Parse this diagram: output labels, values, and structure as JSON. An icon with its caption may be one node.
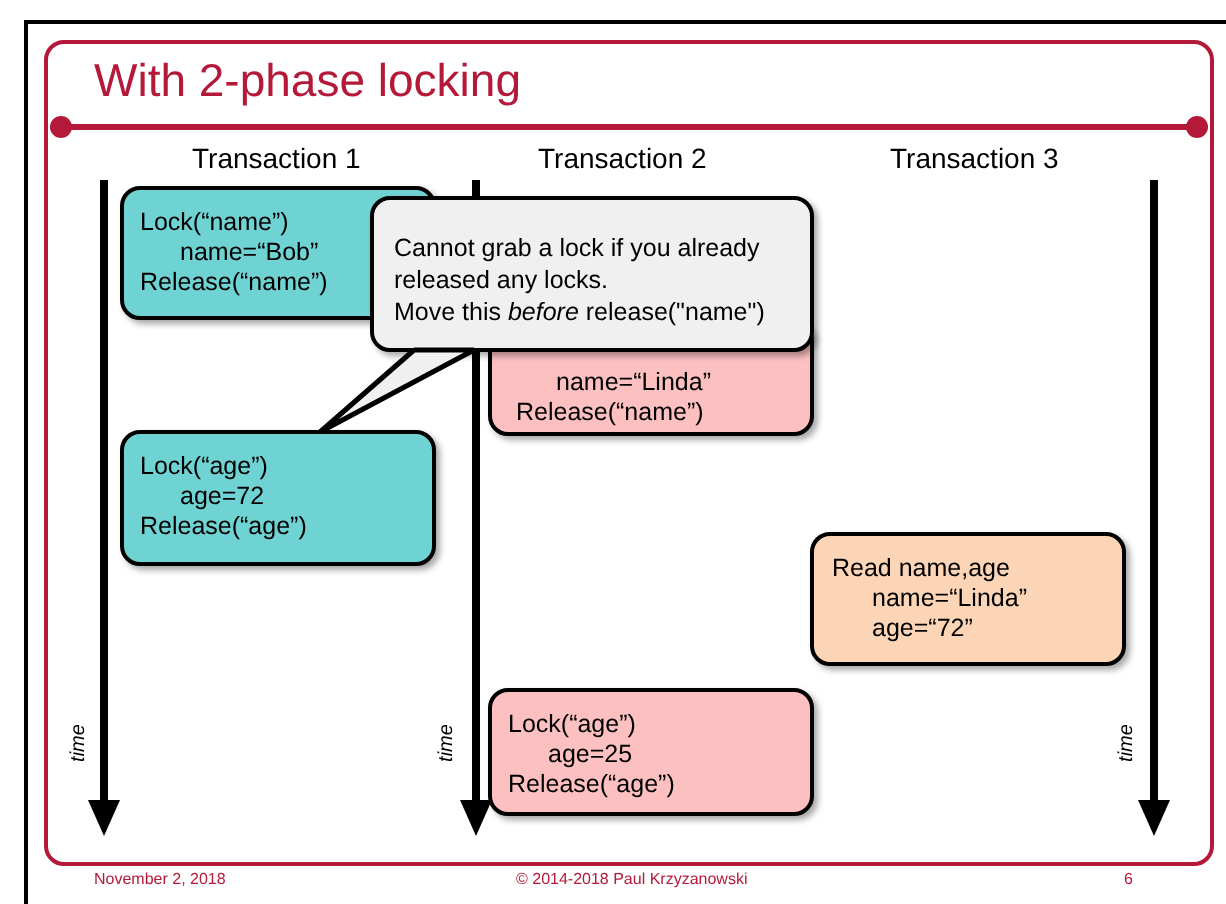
{
  "diagram": {
    "title": "With 2-phase locking",
    "nodes": [
      {
        "text": [
          "Lock(“name”)",
          "name=“Bob”",
          "Release(“name”)"
        ]
      },
      {
        "text": [
          "Cannot grab a lock if you already released any locks.",
          "Move this *before* release(\"name\")"
        ]
      },
      {
        "text": [
          "name=“Linda”",
          "Release(“name”)"
        ]
      },
      {
        "text": [
          "Lock(“age”)",
          "age=72",
          "Release(“age”)"
        ]
      },
      {
        "text": [
          "Read name,age",
          "name=“Linda”",
          "age=“72”"
        ]
      },
      {
        "text": [
          "Lock(“age”)",
          "age=25",
          "Release(“age”)"
        ]
      }
    ],
    "edges": [
      {
        "from": 1,
        "to": 3,
        "arrow": "none"
      }
    ],
    "labels": [
      "Transaction 1",
      "Transaction 2",
      "Transaction 3",
      "time",
      "time",
      "time",
      "November 2, 2018",
      "© 2014-2018 Paul Krzyzanowski",
      "6"
    ]
  }
}
